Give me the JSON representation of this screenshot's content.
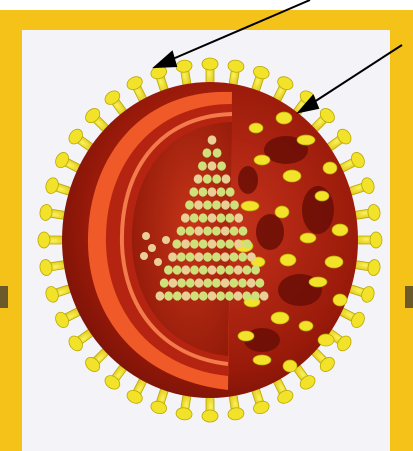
{
  "figure": {
    "subject": "virus-particle-cutaway",
    "icons": [
      "frame-border",
      "virus-envelope",
      "surface-spikes",
      "inner-capsid",
      "pointer-arrows"
    ]
  },
  "colors": {
    "frame": "#f5c21a",
    "frame_inner": "#f4f4f8",
    "background": "#ffffff",
    "spike_yellow": "#f2e22a",
    "spike_outline": "#b8a800",
    "envelope_dark": "#7e1208",
    "envelope_red": "#b52410",
    "membrane_orange": "#ef5a28",
    "interior_red": "#a81e0c",
    "capsid_green": "#cfe07a",
    "capsid_beige": "#e9cf96",
    "arrow": "#000000"
  }
}
